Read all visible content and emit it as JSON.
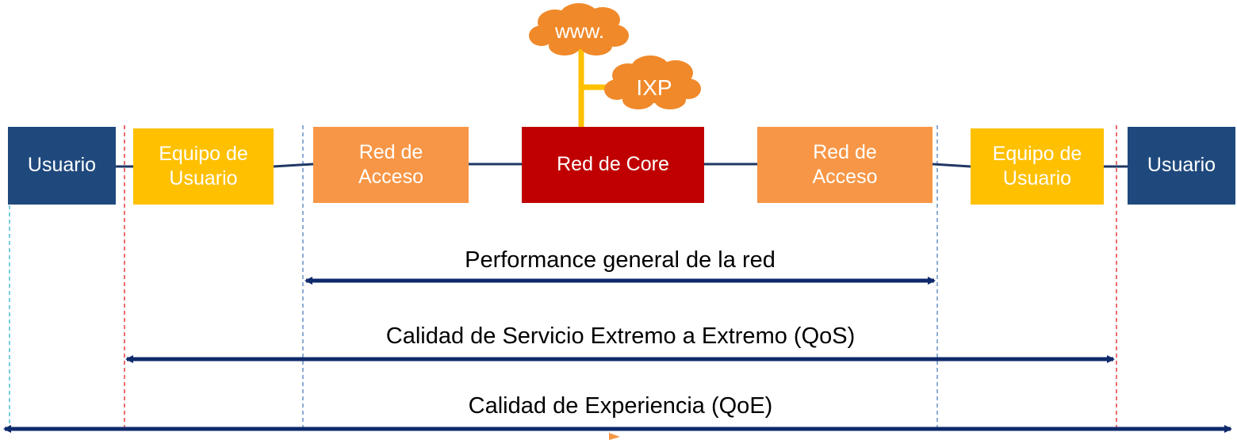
{
  "nodes": {
    "user_left": {
      "label": "Usuario"
    },
    "cpe_left": {
      "line1": "Equipo de",
      "line2": "Usuario"
    },
    "access_left": {
      "line1": "Red de",
      "line2": "Acceso"
    },
    "core": {
      "label": "Red de Core"
    },
    "access_right": {
      "line1": "Red de",
      "line2": "Acceso"
    },
    "cpe_right": {
      "line1": "Equipo de",
      "line2": "Usuario"
    },
    "user_right": {
      "label": "Usuario"
    }
  },
  "clouds": {
    "www": "www.",
    "ixp": "IXP"
  },
  "spans": {
    "network_performance": "Performance general de la red",
    "qos": "Calidad de Servicio Extremo a Extremo (QoS)",
    "qoe": "Calidad de Experiencia (QoE)"
  },
  "colors": {
    "user": "#1f497d",
    "cpe": "#ffc000",
    "access": "#f79646",
    "core": "#c00000",
    "cloud": "#f0892a",
    "connector": "#1f3864",
    "arrow": "#0e2a6b",
    "dash_blue": "#4f81bd",
    "dash_red": "#e02020",
    "dash_cyan": "#31b0d5"
  }
}
